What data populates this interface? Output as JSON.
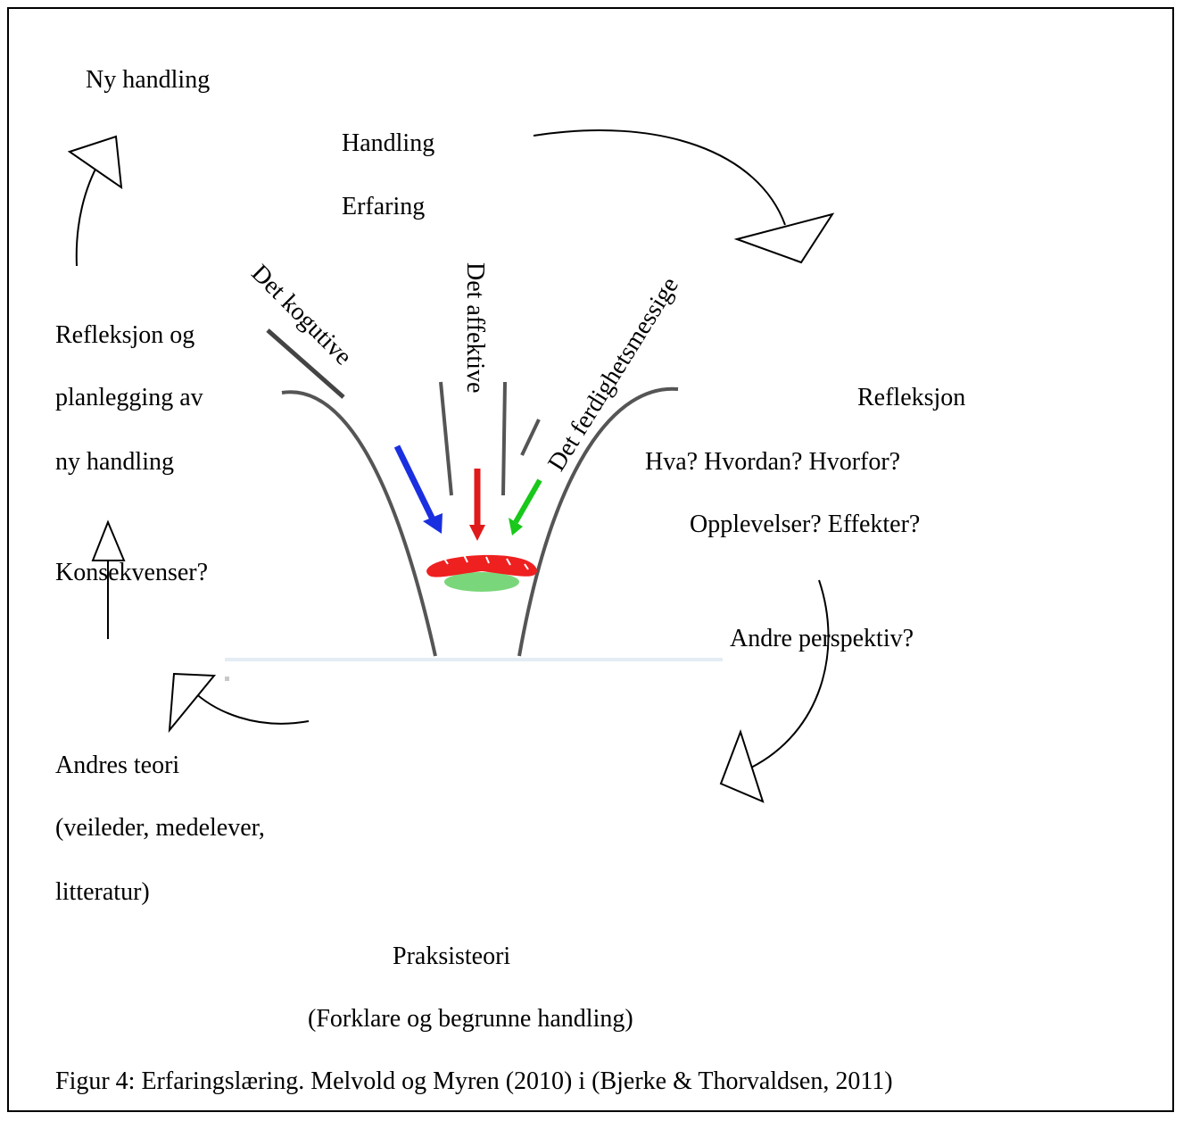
{
  "cycle": {
    "new_action": "Ny handling",
    "action": "Handling",
    "experience": "Erfaring",
    "reflection_title": "Refleksjon",
    "reflection_questions": "Hva? Hvordan? Hvorfor?",
    "reflection_experiences": "Opplevelser? Effekter?",
    "other_perspectives": "Andre perspektiv?",
    "practice_theory": "Praksisteori",
    "practice_theory_sub": "(Forklare og begrunne handling)",
    "others_theory_1": "Andres teori",
    "others_theory_2": "(veileder, medelever,",
    "others_theory_3": "litteratur)",
    "consequences": "Konsekvenser?",
    "plan_1": "Refleksjon og",
    "plan_2": "planlegging av",
    "plan_3": "ny handling"
  },
  "funnel": {
    "cognitive": "Det kogutive",
    "affective": "Det affektive",
    "skills": "Det ferdighetsmessige",
    "colors": {
      "cognitive": "#1a2fe0",
      "affective": "#e01a1a",
      "skills": "#18c81a",
      "blob_red": "#ee2020",
      "blob_green": "#7ad67a"
    }
  },
  "caption": "Figur 4: Erfaringslæring. Melvold og Myren (2010) i (Bjerke & Thorvaldsen, 2011)"
}
